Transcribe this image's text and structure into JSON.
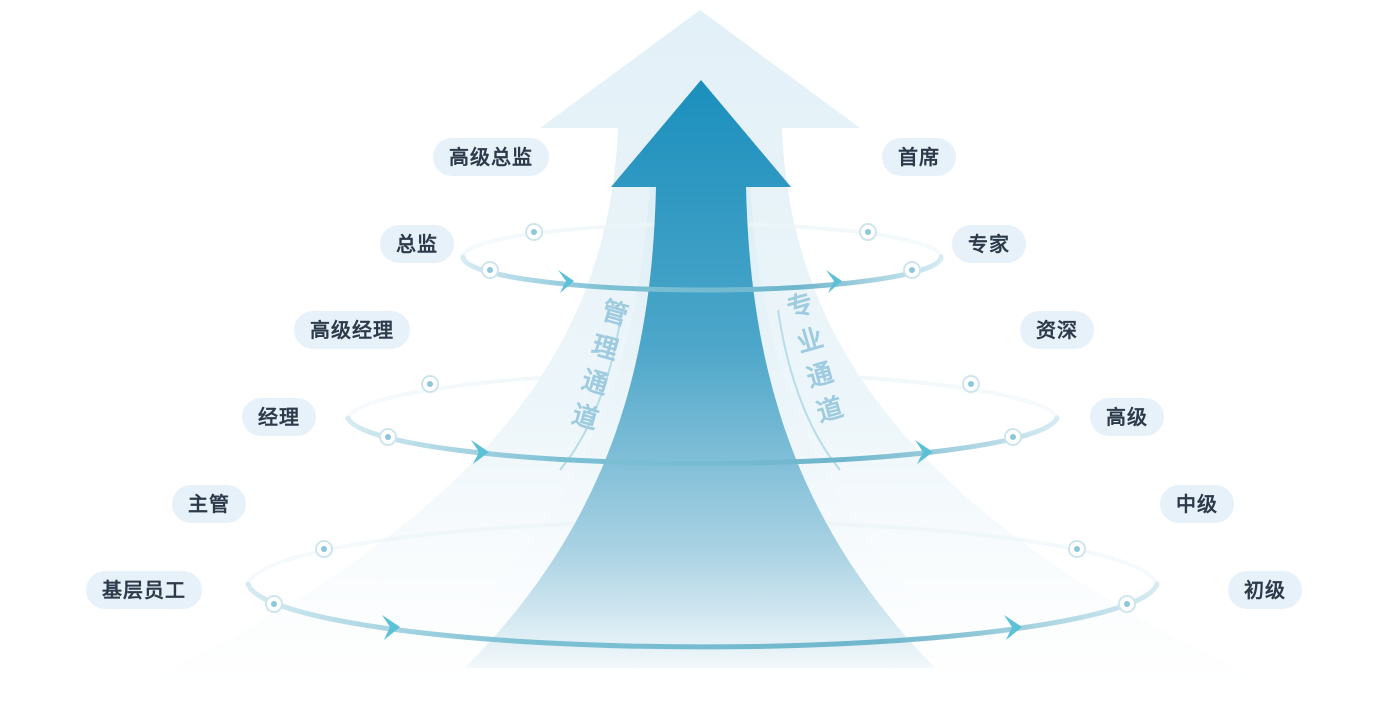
{
  "diagram": {
    "left_channel_label": "管理通道",
    "right_channel_label": "专业通道",
    "left_levels": [
      "高级总监",
      "总监",
      "高级经理",
      "经理",
      "主管",
      "基层员工"
    ],
    "right_levels": [
      "首席",
      "专家",
      "资深",
      "高级",
      "中级",
      "初级"
    ]
  },
  "colors": {
    "arrow_top": "#1b8fbd",
    "arrow_bottom": "#eef6fa",
    "ring": "#7cc0d4",
    "ring_arrow": "#5cc0d6",
    "pill_bg": "#e7f1fa",
    "pill_text": "#2c3a4a",
    "back_arrow": "#dfeff7"
  },
  "icons": [
    "ring-node-icon",
    "ring-direction-arrow-icon"
  ]
}
